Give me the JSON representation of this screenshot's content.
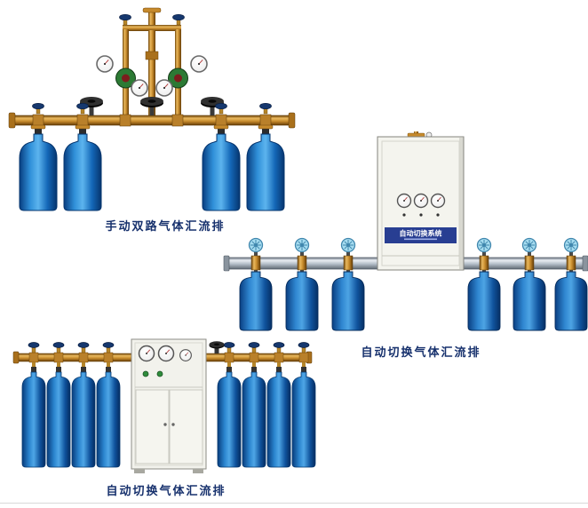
{
  "page": {
    "background_color": "#ffffff",
    "bottom_rule_color": "#d9d9d9",
    "caption_color": "#17316d"
  },
  "products": [
    {
      "id": "manual-dual-gas-manifold",
      "caption": "手动双路气体汇流排",
      "cylinders": 4,
      "gauges": 4,
      "handwheel_valves": 3
    },
    {
      "id": "auto-switch-gas-manifold-cabinet",
      "caption": "自动切换气体汇流排",
      "cabinet": {
        "panel_text": "自动切换系统"
      },
      "cylinders": 6,
      "gauges": 3
    },
    {
      "id": "auto-switch-gas-manifold-floor-cabinet",
      "caption": "自动切换气体汇流排",
      "cylinders": 8,
      "gauges": 3
    }
  ],
  "colors": {
    "brass_pipe": "#c68a2c",
    "cylinder_blue": "#1468b8",
    "silver_manifold": "#b5bfc9",
    "cabinet_panel_blue": "#283e92",
    "handwheel_light_blue": "#a6dcf0"
  }
}
